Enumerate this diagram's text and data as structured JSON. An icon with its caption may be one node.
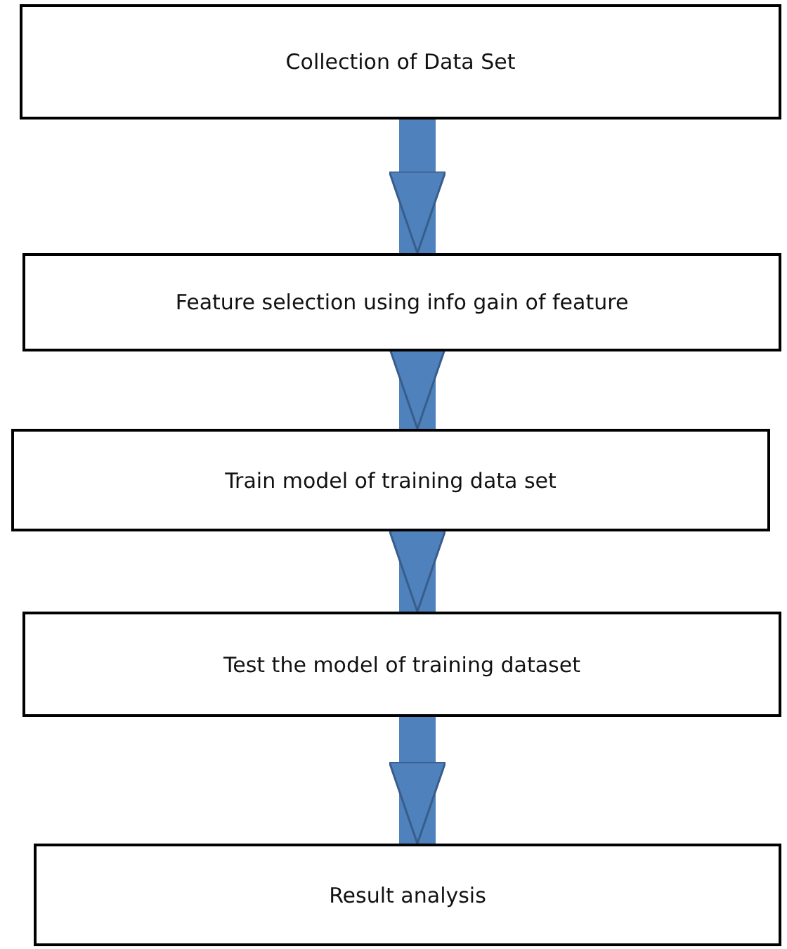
{
  "diagram": {
    "nodes": [
      {
        "text": [
          "Collection of Data Set"
        ]
      },
      {
        "text": [
          "Feature selection using info gain of feature"
        ]
      },
      {
        "text": [
          "Train model of training data set"
        ]
      },
      {
        "text": [
          "Test the model of training dataset"
        ]
      },
      {
        "text": [
          "Result analysis"
        ]
      }
    ],
    "edges": [
      {
        "from": 0,
        "to": 1,
        "arrow": "to"
      },
      {
        "from": 1,
        "to": 2,
        "arrow": "to"
      },
      {
        "from": 2,
        "to": 3,
        "arrow": "to"
      },
      {
        "from": 3,
        "to": 4,
        "arrow": "to"
      }
    ]
  }
}
